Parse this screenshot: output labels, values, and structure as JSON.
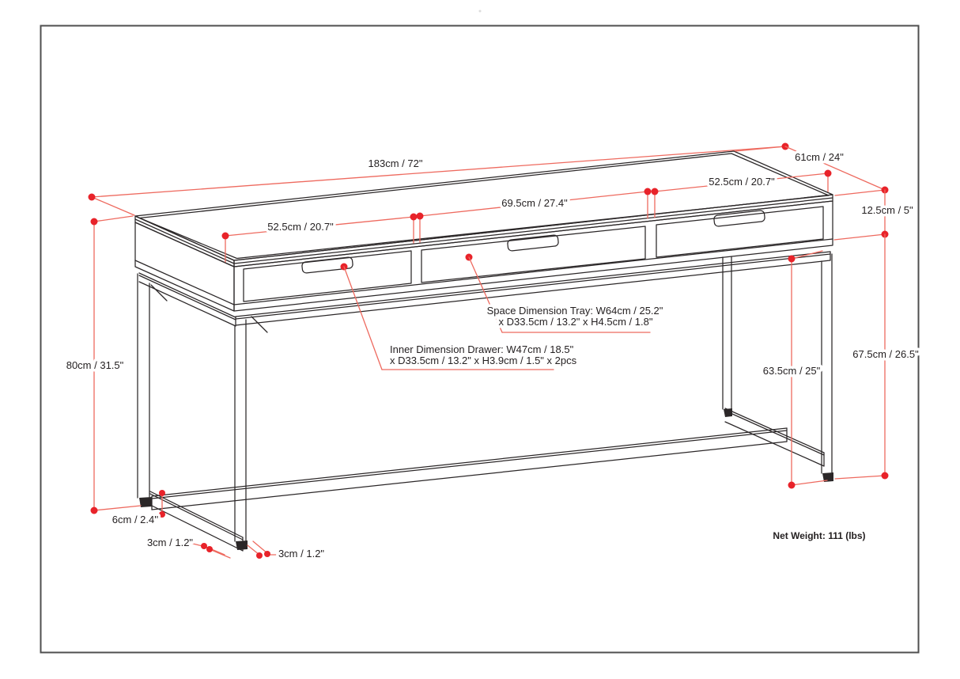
{
  "page": {
    "background": "#ffffff",
    "border_color": "#4f4f4f"
  },
  "diagram": {
    "type": "furniture-dimension-drawing",
    "subject": "desk with three drawers and metal frame",
    "colors": {
      "line_art": "#2b2728",
      "dimension_line": "#ee6a5f",
      "dimension_dot": "#e8232a",
      "text": "#231f20"
    },
    "dimensions": {
      "length": "183cm / 72\"",
      "depth": "61cm / 24\"",
      "apron_height": "12.5cm / 5\"",
      "under_clearance_height": "67.5cm / 26.5\"",
      "inner_clearance_height": "63.5cm / 25\"",
      "overall_height": "80cm / 31.5\"",
      "left_drawer_width": "52.5cm / 20.7\"",
      "middle_drawer_width": "69.5cm / 27.4\"",
      "right_drawer_width": "52.5cm / 20.7\"",
      "foot_height": "6cm / 2.4''",
      "tube_size_left": "3cm / 1.2\"",
      "tube_size_right": "3cm / 1.2\""
    },
    "annotations": {
      "tray_line1": "Space Dimension Tray: W64cm / 25.2\"",
      "tray_line2": "x D33.5cm / 13.2\" x H4.5cm / 1.8\"",
      "drawer_line1": "Inner Dimension Drawer: W47cm / 18.5\"",
      "drawer_line2": "x D33.5cm / 13.2\" x H3.9cm / 1.5\" x 2pcs",
      "net_weight": "Net Weight: 111 (lbs)"
    }
  }
}
